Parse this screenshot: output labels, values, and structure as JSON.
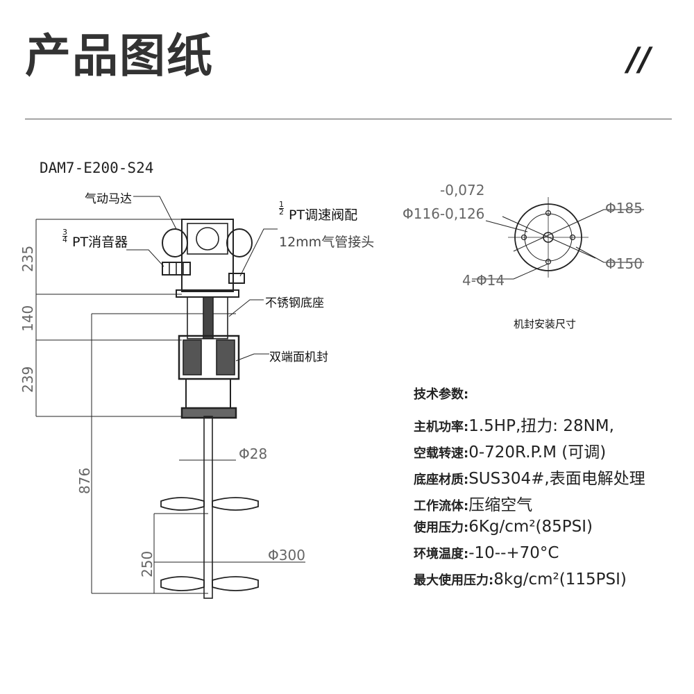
{
  "header": {
    "title": "产品图纸",
    "decoration": "//"
  },
  "drawing": {
    "model": "DAM7-E200-S24",
    "labels": {
      "motor": "气动马达",
      "muffler": "PT消音器",
      "speed_valve": "PT调速阀配",
      "air_fitting": "12mm气管接头",
      "base": "不锈钢底座",
      "seal": "双端面机封",
      "fraction": "1/2",
      "fraction_num": "1",
      "fraction_den": "2",
      "fraction2_num": "3",
      "fraction2_den": "4"
    },
    "dims": {
      "d235": "235",
      "d140": "140",
      "d239": "239",
      "d876": "876",
      "d250": "250",
      "phi28": "Φ28",
      "phi300": "Φ300"
    }
  },
  "flange": {
    "tol_upper": "-0,072",
    "bore": "Φ116-0,126",
    "outer": "Φ185",
    "pcd": "Φ150",
    "holes": "4-Φ14",
    "caption": "机封安装尺寸"
  },
  "specs": {
    "heading": "技术参数:",
    "rows": [
      {
        "key": "主机功率:",
        "value": "1.5HP,扭力: 28NM,"
      },
      {
        "key": "空载转速:",
        "value": "0-720R.P.M (可调)"
      },
      {
        "key": "底座材质:",
        "value": "SUS304#,表面电解处理"
      },
      {
        "key": "工作流体:",
        "value": "压缩空气"
      },
      {
        "key": "使用压力:",
        "value": "6Kg/cm²(85PSI)"
      },
      {
        "key": "环境温度:",
        "value": "-10--+70°C"
      },
      {
        "key": "最大使用压力:",
        "value": "8kg/cm²(115PSI)"
      }
    ]
  }
}
